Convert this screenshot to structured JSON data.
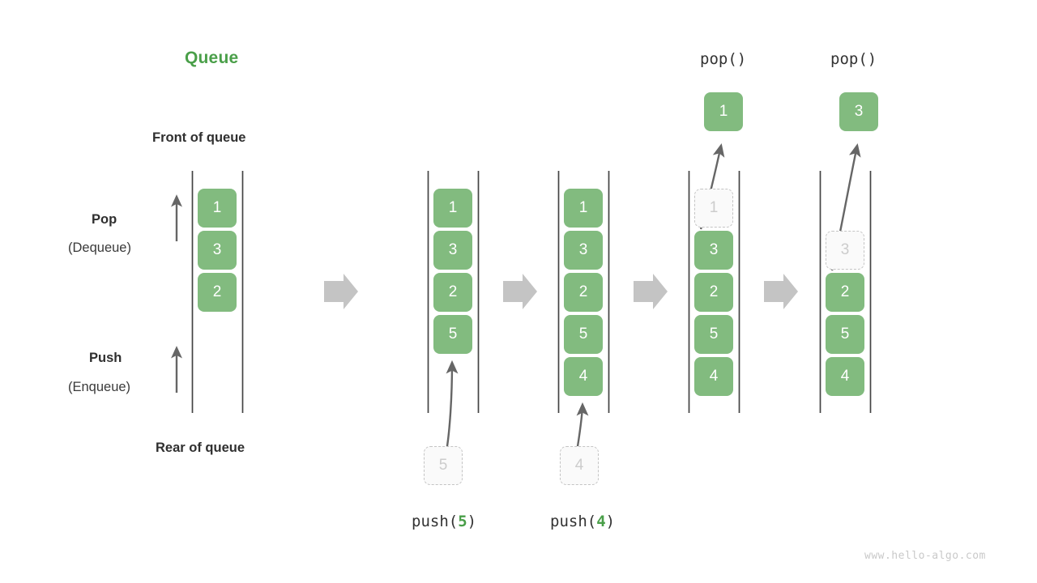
{
  "title": "Queue",
  "labels": {
    "front": "Front of queue",
    "rear": "Rear of queue",
    "pop_bold": "Pop",
    "pop_paren": "(Dequeue)",
    "push_bold": "Push",
    "push_paren": "(Enqueue)"
  },
  "watermark": "www.hello-algo.com",
  "colors": {
    "accent_green": "#4a9f49",
    "box_green": "#82bb7f",
    "ghost_gray": "#c4c4c4",
    "arrow_gray": "#666666",
    "flow_arrow_gray": "#c4c4c4",
    "text_dark": "#2f2f2f"
  },
  "operations": {
    "push_5": {
      "prefix": "push(",
      "value": "5",
      "suffix": ")"
    },
    "push_4": {
      "prefix": "push(",
      "value": "4",
      "suffix": ")"
    },
    "pop_1": "pop()",
    "pop_2": "pop()"
  },
  "stages": [
    {
      "name": "initial",
      "caption": "",
      "items": [
        {
          "value": "1",
          "state": "filled"
        },
        {
          "value": "3",
          "state": "filled"
        },
        {
          "value": "2",
          "state": "filled"
        }
      ],
      "incoming": null,
      "outgoing": null
    },
    {
      "name": "after-push-5",
      "caption": "push(5)",
      "items": [
        {
          "value": "1",
          "state": "filled"
        },
        {
          "value": "3",
          "state": "filled"
        },
        {
          "value": "2",
          "state": "filled"
        },
        {
          "value": "5",
          "state": "filled"
        }
      ],
      "incoming": {
        "value": "5",
        "state": "ghost"
      },
      "outgoing": null
    },
    {
      "name": "after-push-4",
      "caption": "push(4)",
      "items": [
        {
          "value": "1",
          "state": "filled"
        },
        {
          "value": "3",
          "state": "filled"
        },
        {
          "value": "2",
          "state": "filled"
        },
        {
          "value": "5",
          "state": "filled"
        },
        {
          "value": "4",
          "state": "filled"
        }
      ],
      "incoming": {
        "value": "4",
        "state": "ghost"
      },
      "outgoing": null
    },
    {
      "name": "after-pop-1",
      "caption": "pop()",
      "items": [
        {
          "value": "1",
          "state": "ghost"
        },
        {
          "value": "3",
          "state": "filled"
        },
        {
          "value": "2",
          "state": "filled"
        },
        {
          "value": "5",
          "state": "filled"
        },
        {
          "value": "4",
          "state": "filled"
        }
      ],
      "incoming": null,
      "outgoing": {
        "value": "1",
        "state": "filled"
      }
    },
    {
      "name": "after-pop-3",
      "caption": "pop()",
      "items": [
        {
          "value": "3",
          "state": "ghost"
        },
        {
          "value": "2",
          "state": "filled"
        },
        {
          "value": "5",
          "state": "filled"
        },
        {
          "value": "4",
          "state": "filled"
        }
      ],
      "incoming": null,
      "outgoing": {
        "value": "3",
        "state": "filled"
      }
    }
  ],
  "boxes": {
    "c1": [
      {
        "value": "1",
        "state": "filled"
      },
      {
        "value": "3",
        "state": "filled"
      },
      {
        "value": "2",
        "state": "filled"
      }
    ],
    "c2": [
      {
        "value": "1",
        "state": "filled"
      },
      {
        "value": "3",
        "state": "filled"
      },
      {
        "value": "2",
        "state": "filled"
      },
      {
        "value": "5",
        "state": "filled"
      }
    ],
    "c2_ghost": {
      "value": "5",
      "state": "ghost"
    },
    "c3": [
      {
        "value": "1",
        "state": "filled"
      },
      {
        "value": "3",
        "state": "filled"
      },
      {
        "value": "2",
        "state": "filled"
      },
      {
        "value": "5",
        "state": "filled"
      },
      {
        "value": "4",
        "state": "filled"
      }
    ],
    "c3_ghost": {
      "value": "4",
      "state": "ghost"
    },
    "c4": [
      {
        "value": "1",
        "state": "ghost"
      },
      {
        "value": "3",
        "state": "filled"
      },
      {
        "value": "2",
        "state": "filled"
      },
      {
        "value": "5",
        "state": "filled"
      },
      {
        "value": "4",
        "state": "filled"
      }
    ],
    "c4_popped": {
      "value": "1",
      "state": "filled"
    },
    "c5": [
      {
        "value": "3",
        "state": "ghost"
      },
      {
        "value": "2",
        "state": "filled"
      },
      {
        "value": "5",
        "state": "filled"
      },
      {
        "value": "4",
        "state": "filled"
      }
    ],
    "c5_popped": {
      "value": "3",
      "state": "filled"
    }
  }
}
